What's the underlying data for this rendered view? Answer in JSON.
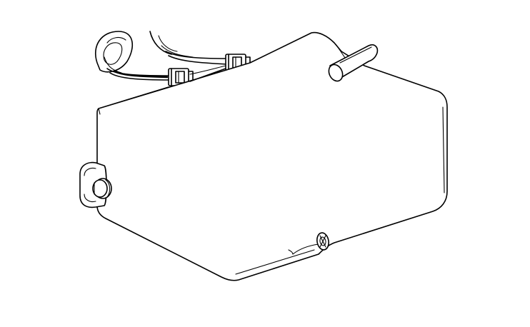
{
  "figure": {
    "kind": "line-art",
    "background": "#ffffff",
    "ink": "#000000",
    "parts": {
      "housing": "housing-box",
      "wire_harness": "wire-harness",
      "connector_left": "wire-connector",
      "connector_right": "wire-connector",
      "grommet": "grommet",
      "shaft": "shaft-rod",
      "mounting_bracket": "mounting-bracket",
      "mounting_bolt": "mounting-bolt",
      "bottom_fastener": "bottom-fastener"
    }
  }
}
